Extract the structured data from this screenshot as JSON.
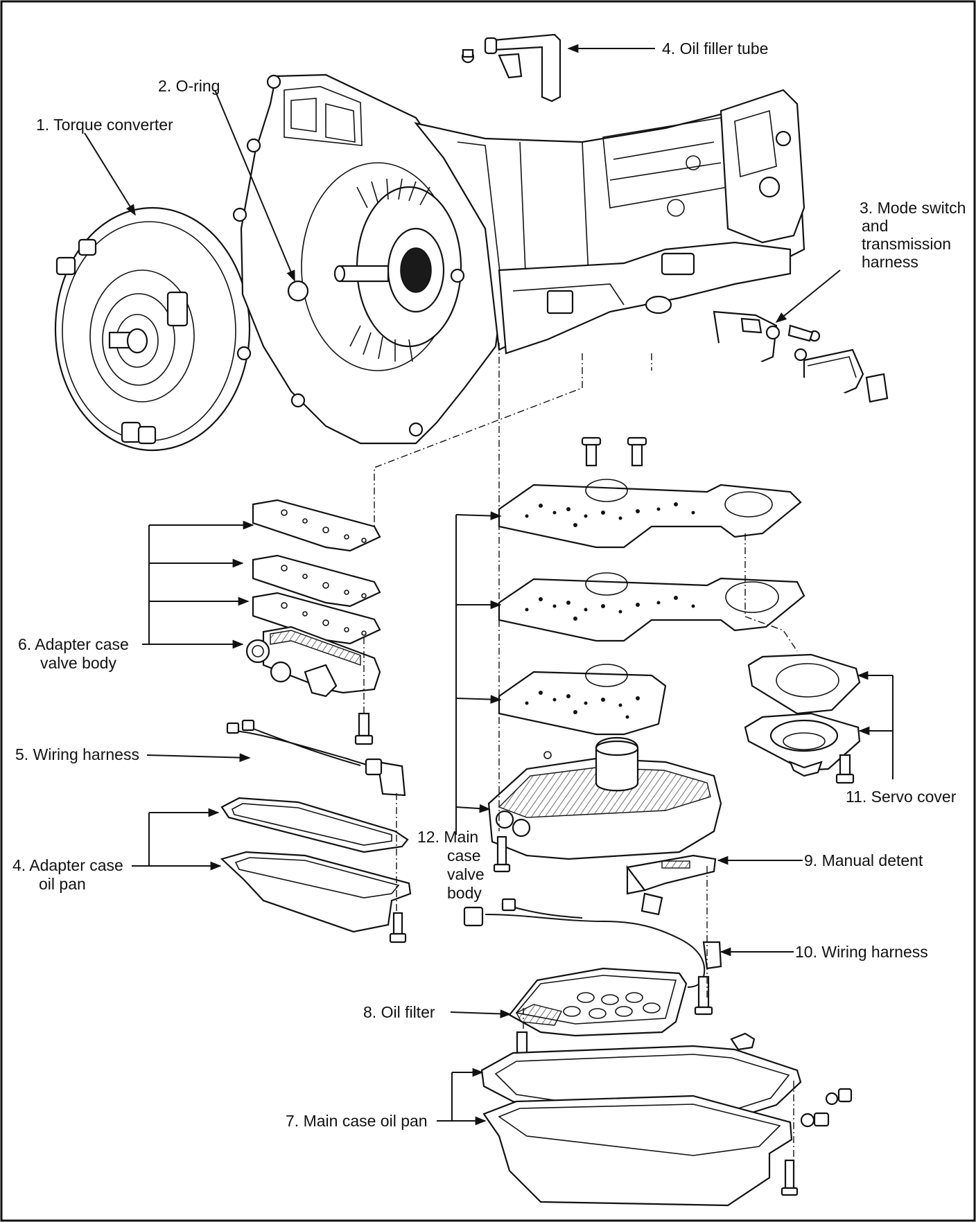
{
  "labels": {
    "torque_converter": "1. Torque converter",
    "o_ring": "2. O-ring",
    "mode_switch": [
      "3. Mode switch",
      "and",
      "transmission",
      "harness"
    ],
    "oil_filler_tube": "4. Oil filler tube",
    "adapter_case_oil_pan": [
      "4. Adapter case",
      "oil pan"
    ],
    "wiring_harness_5": "5. Wiring harness",
    "adapter_case_valve_body": [
      "6. Adapter case",
      "valve body"
    ],
    "main_case_oil_pan": "7. Main case oil pan",
    "oil_filter": "8. Oil filter",
    "manual_detent": "9. Manual detent",
    "wiring_harness_10": "10. Wiring harness",
    "servo_cover": "11. Servo cover",
    "main_case_valve_body": [
      "12. Main",
      "case",
      "valve",
      "body"
    ]
  }
}
